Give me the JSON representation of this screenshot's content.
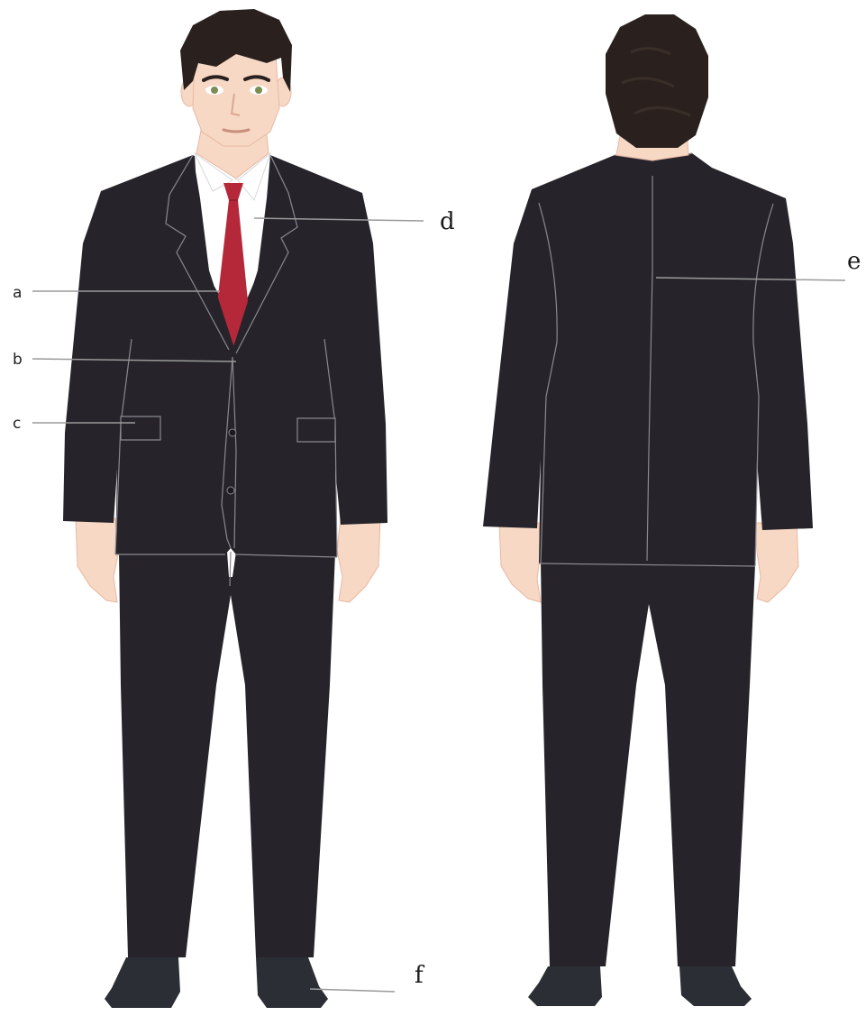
{
  "labels": {
    "a": "a",
    "b": "b",
    "c": "c",
    "d": "d",
    "e": "e",
    "f": "f"
  },
  "colors": {
    "suit": "#26242a",
    "suit_dark": "#1b1a1e",
    "seam": "#8a8890",
    "skin": "#f7d8c4",
    "skin_shadow": "#e7b9a3",
    "hair": "#2a211e",
    "tie": "#b5283a",
    "shirt": "#ffffff",
    "shoe": "#2b2f35",
    "leader": "#9a9a9a",
    "eye": "#7b8d55"
  }
}
